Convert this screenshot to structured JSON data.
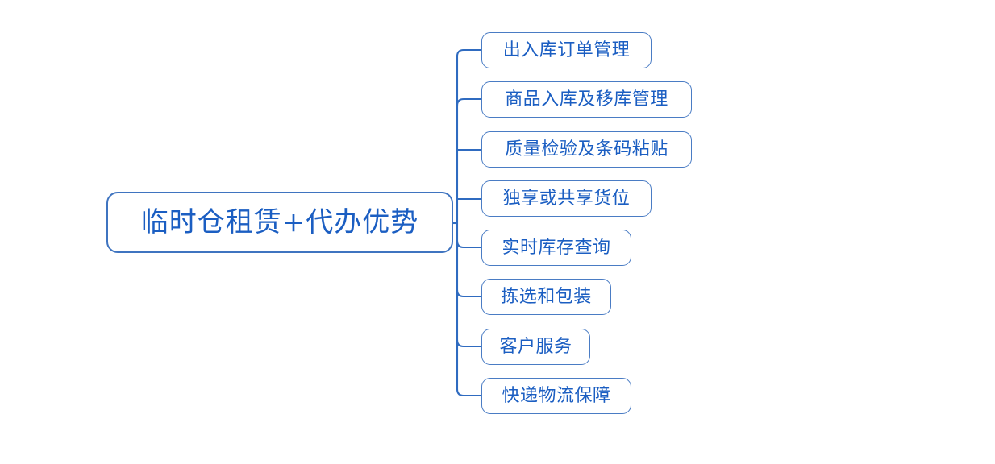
{
  "diagram": {
    "type": "mind-map",
    "title_node": {
      "label": "临时仓租赁+代办优势"
    },
    "colors": {
      "text": "#1b5ec2",
      "border": "#4a7cc4",
      "root_border": "#3f74c0",
      "connector": "#2f6bc0",
      "background": "#ffffff"
    },
    "branches": [
      {
        "label": "出入库订单管理"
      },
      {
        "label": "商品入库及移库管理"
      },
      {
        "label": "质量检验及条码粘贴"
      },
      {
        "label": "独享或共享货位"
      },
      {
        "label": "实时库存查询"
      },
      {
        "label": "拣选和包装"
      },
      {
        "label": "客户服务"
      },
      {
        "label": "快递物流保障"
      }
    ]
  }
}
